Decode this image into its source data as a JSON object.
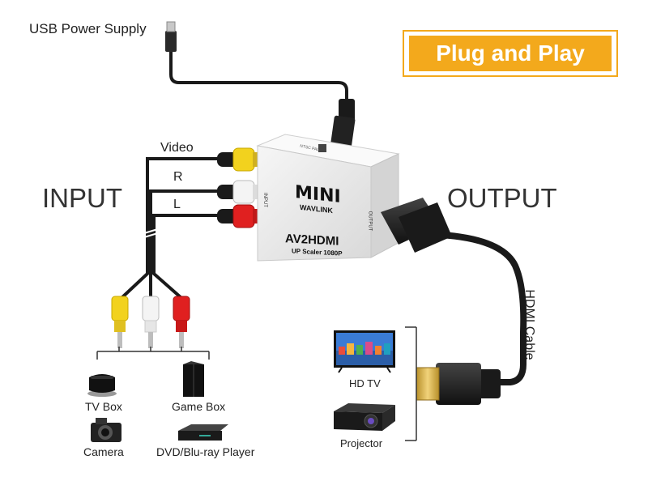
{
  "labels": {
    "usb_power": "USB Power Supply",
    "plug_and_play": "Plug and Play",
    "input": "INPUT",
    "output": "OUTPUT",
    "video": "Video",
    "r": "R",
    "l": "L",
    "hdmi_cable": "HDMI Cable"
  },
  "device": {
    "brand_mini": "MINI",
    "brand_wavlink": "WAVLINK",
    "model": "AV2HDMI",
    "subtitle": "UP Scaler 1080P",
    "port_input": "INPUT",
    "port_output": "OUTPUT",
    "switch_text": "NTSC PAL"
  },
  "sources": [
    {
      "label": "TV Box",
      "icon": "tv-box-icon"
    },
    {
      "label": "Game Box",
      "icon": "game-console-icon"
    },
    {
      "label": "Camera",
      "icon": "camera-icon"
    },
    {
      "label": "DVD/Blu-ray Player",
      "icon": "dvd-player-icon"
    }
  ],
  "outputs": [
    {
      "label": "HD TV",
      "icon": "tv-icon"
    },
    {
      "label": "Projector",
      "icon": "projector-icon"
    }
  ],
  "colors": {
    "banner_bg": "#F3A91C",
    "cable_video": "#F2D21E",
    "cable_r": "#F2F2F2",
    "cable_l": "#E02020",
    "device_body": "#EDEDED",
    "cable_black": "#1A1A1A"
  }
}
